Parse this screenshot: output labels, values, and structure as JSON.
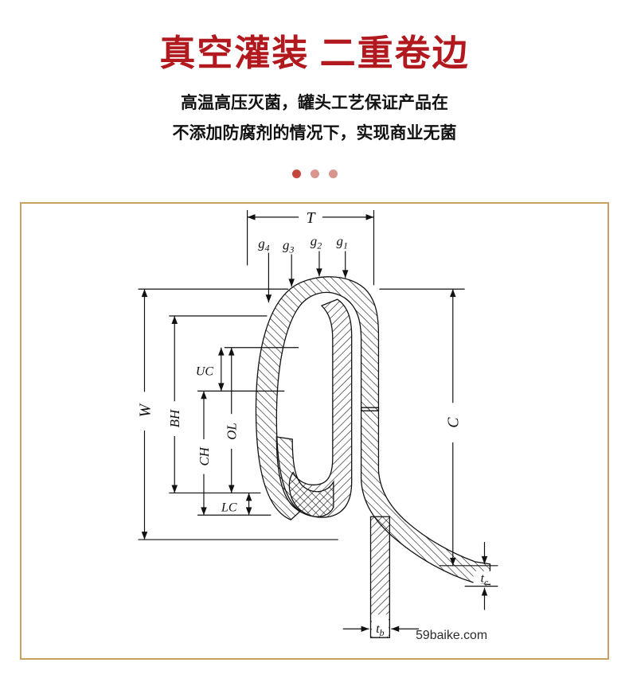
{
  "page": {
    "title": "真空灌装  二重卷边",
    "title_color": "#b2191f",
    "subtitle_lines": [
      "高温高压灭菌，罐头工艺保证产品在",
      "不添加防腐剂的情况下，实现商业无菌"
    ],
    "separator_dot_colors": [
      "#c4463e",
      "#d8968f",
      "#d8968f"
    ],
    "frame_border_color": "#c8a160"
  },
  "diagram": {
    "watermark": "59baike.com",
    "labels": {
      "T": "T",
      "W": "W",
      "BH": "BH",
      "UC": "UC",
      "CH": "CH",
      "OL": "OL",
      "LC": "LC",
      "C": "C",
      "g_base": "g",
      "g1_sub": "1",
      "g2_sub": "2",
      "g3_sub": "3",
      "g4_sub": "4",
      "t_base": "t",
      "tb_sub": "b",
      "tc_sub": "c"
    }
  }
}
